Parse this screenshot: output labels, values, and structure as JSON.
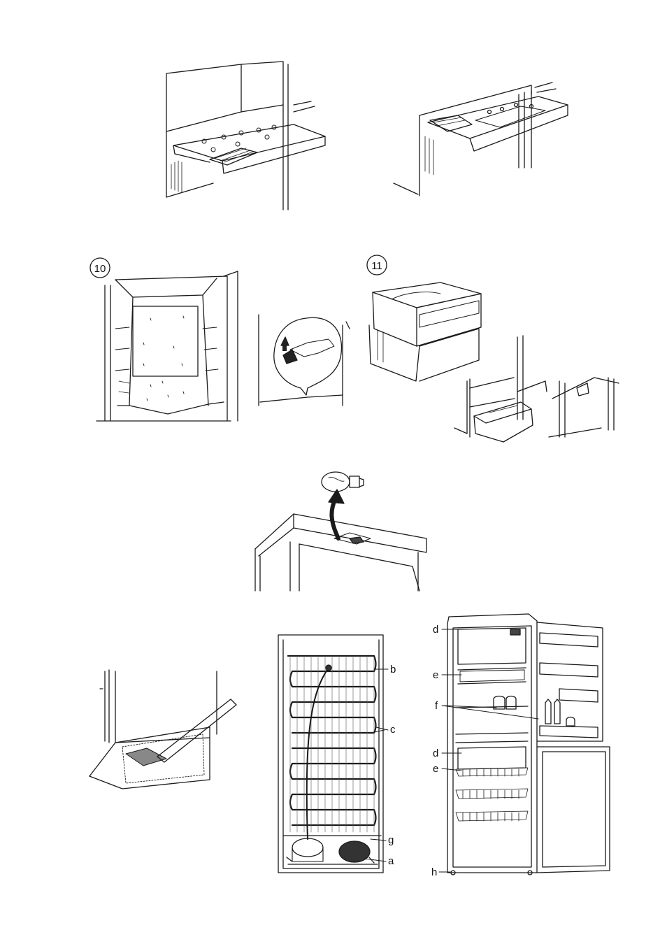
{
  "figures": {
    "fig10": {
      "number": "10"
    },
    "fig11": {
      "number": "11"
    }
  },
  "condenser_labels": {
    "b": "b",
    "c": "c",
    "g": "g",
    "a": "a"
  },
  "interior_labels": {
    "d_top": "d",
    "e_top": "e",
    "f": "f",
    "d_bottom": "d",
    "e_bottom": "e",
    "h": "h"
  }
}
